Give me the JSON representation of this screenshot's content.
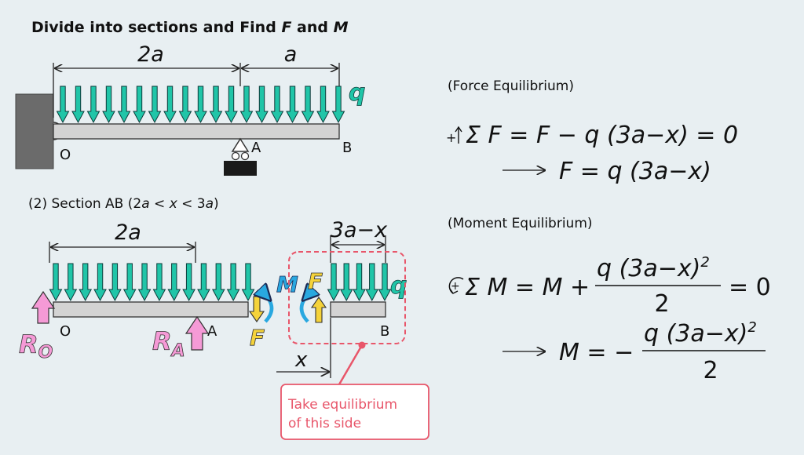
{
  "title": {
    "prefix": "Divide into sections and Find ",
    "F": "F",
    "and": " and ",
    "M": "M"
  },
  "top_beam": {
    "dim_left": "2a",
    "dim_right": "a",
    "load": "q",
    "label_O": "O",
    "label_A": "A",
    "label_B": "B"
  },
  "section": {
    "heading_prefix": "(2) Section AB (2",
    "heading_a1": "a",
    "heading_lt1": " < ",
    "heading_x": "x",
    "heading_lt2": " < 3",
    "heading_a2": "a",
    "heading_close": ")",
    "dim_left": "2a",
    "dim_right": "3a−x",
    "load": "q",
    "label_O": "O",
    "label_A": "A",
    "label_B": "B",
    "R_O": "R",
    "R_O_sub": "O",
    "R_A": "R",
    "R_A_sub": "A",
    "M": "M",
    "F_left": "F",
    "F_right": "F",
    "x": "x",
    "callout_line1": "Take  equilibrium",
    "callout_line2": "of this side"
  },
  "equations": {
    "force_heading": "(Force Equilibrium)",
    "force_eq1": "Σ F = F − q (3a−x) = 0",
    "force_eq2": "F = q (3a−x)",
    "moment_heading": "(Moment Equilibrium)",
    "moment_eq1_left": "Σ M = M +",
    "moment_eq1_num": "q (3a−x)",
    "moment_eq1_den": "2",
    "moment_eq1_right": "= 0",
    "moment_eq2_left": "M = −",
    "moment_eq2_num": "q (3a−x)",
    "moment_eq2_den": "2",
    "sup": "2",
    "plus": "+"
  },
  "colors": {
    "load_arrow": "#20c5a8",
    "reaction": "#f59ad6",
    "force": "#f5d33a",
    "moment": "#29a8e0",
    "callout": "#e8566a",
    "beam": "#d3d3d3"
  }
}
